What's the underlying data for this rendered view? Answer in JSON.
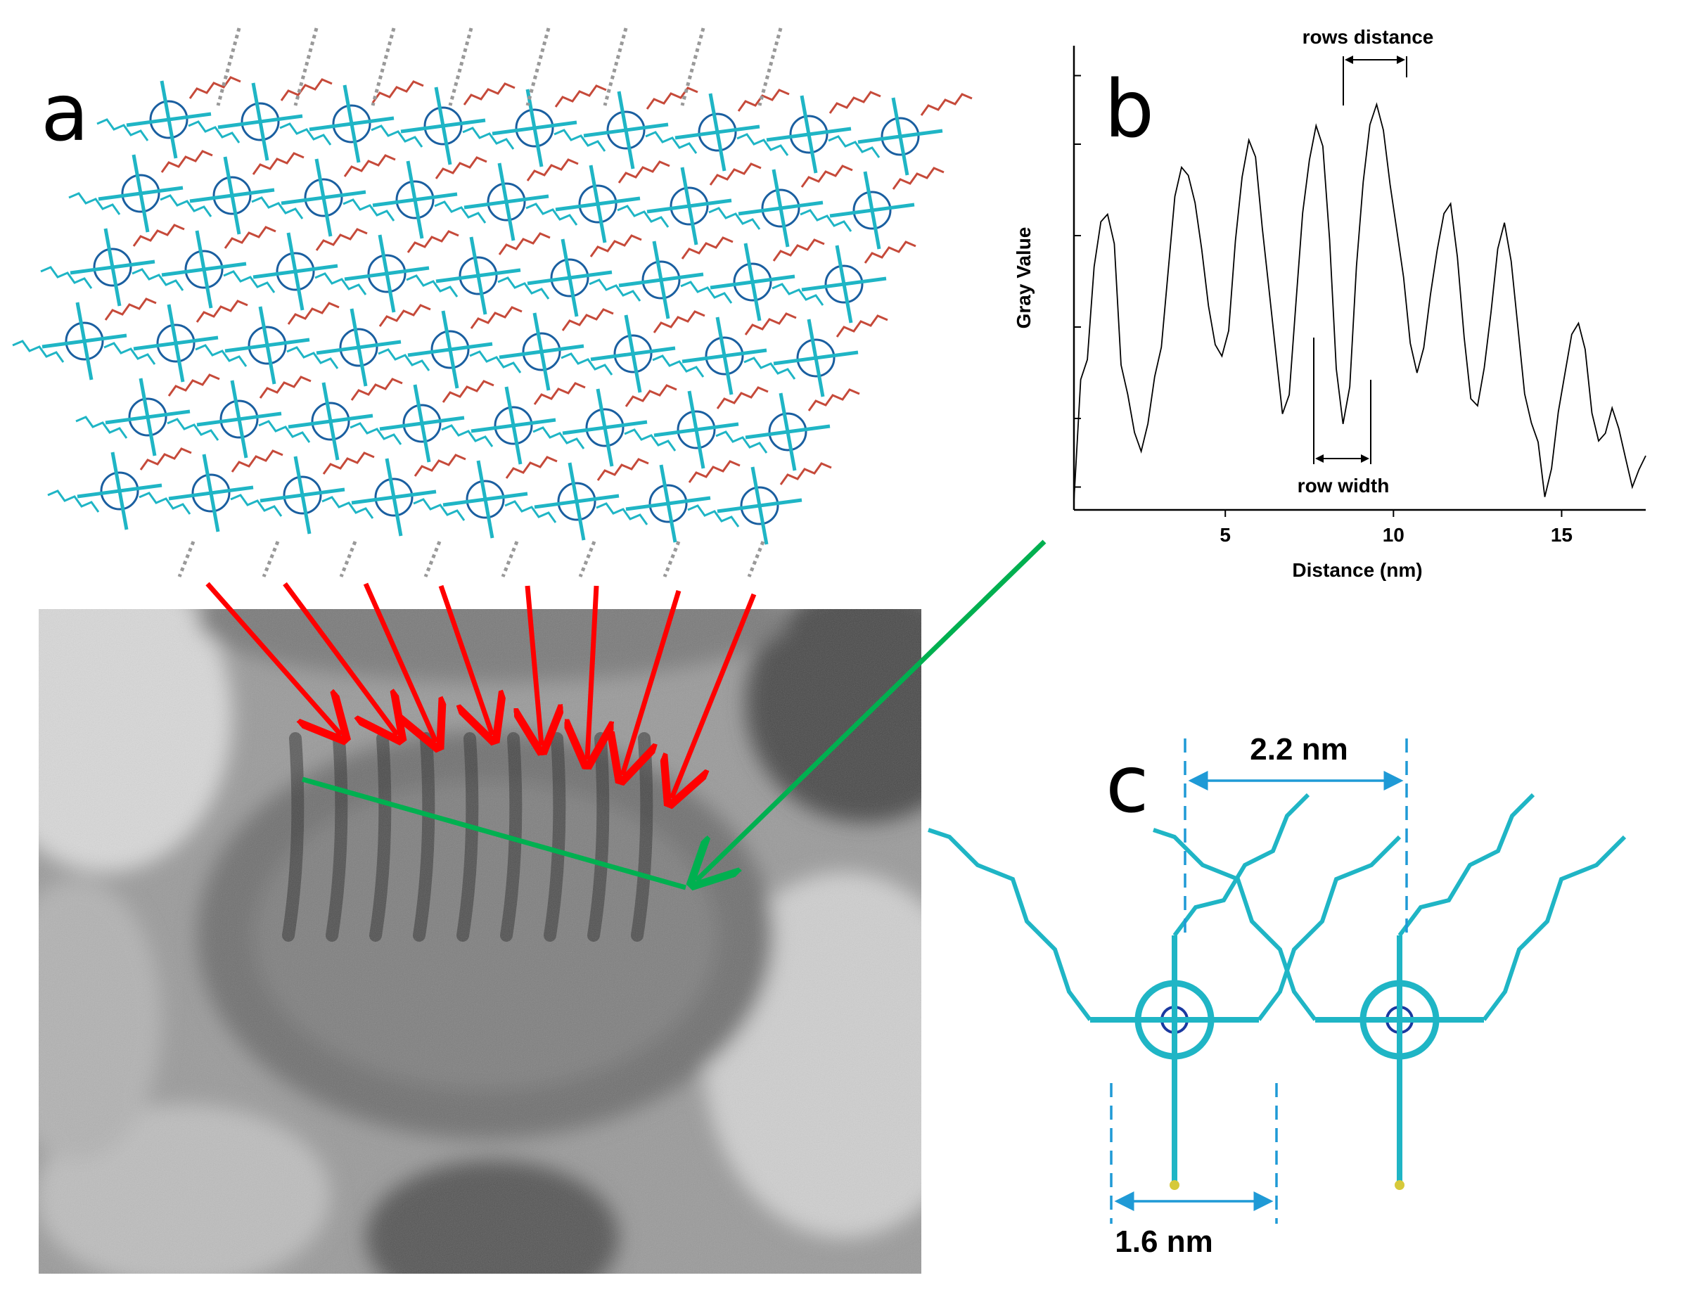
{
  "panels": {
    "a": "a",
    "b": "b",
    "c": "c"
  },
  "chart_data": {
    "type": "line",
    "title": "",
    "xlabel": "Distance (nm)",
    "ylabel": "Gray Value",
    "xlim": [
      0.5,
      17.5
    ],
    "ylim": [
      0,
      1
    ],
    "xticks": [
      5,
      10,
      15
    ],
    "y_tick_labels_shown": false,
    "grid": false,
    "series": [
      {
        "x": [
          0.5,
          0.7,
          0.9,
          1.0,
          1.1,
          1.3,
          1.5,
          1.7,
          1.9,
          2.1,
          2.3,
          2.5,
          2.7,
          2.9,
          3.1,
          3.3,
          3.5,
          3.7,
          3.9,
          4.1,
          4.3,
          4.5,
          4.7,
          4.9,
          5.1,
          5.3,
          5.5,
          5.7,
          5.9,
          6.1,
          6.3,
          6.5,
          6.7,
          6.9,
          7.1,
          7.3,
          7.5,
          7.7,
          7.9,
          8.1,
          8.3,
          8.5,
          8.7,
          8.9,
          9.1,
          9.3,
          9.5,
          9.7,
          9.9,
          10.1,
          10.3,
          10.5,
          10.7,
          10.9,
          11.1,
          11.3,
          11.5,
          11.7,
          11.9,
          12.1,
          12.3,
          12.5,
          12.7,
          12.9,
          13.1,
          13.3,
          13.5,
          13.7,
          13.9,
          14.1,
          14.3,
          14.5,
          14.7,
          14.9,
          15.1,
          15.3,
          15.5,
          15.7,
          15.9,
          16.1,
          16.3,
          16.5,
          16.7,
          16.9,
          17.1,
          17.3,
          17.5
        ],
        "y": [
          0.02,
          0.28,
          0.32,
          0.42,
          0.52,
          0.62,
          0.64,
          0.58,
          0.32,
          0.26,
          0.18,
          0.14,
          0.2,
          0.3,
          0.36,
          0.52,
          0.68,
          0.74,
          0.72,
          0.66,
          0.56,
          0.44,
          0.36,
          0.34,
          0.4,
          0.6,
          0.74,
          0.82,
          0.78,
          0.62,
          0.48,
          0.34,
          0.2,
          0.24,
          0.44,
          0.64,
          0.76,
          0.84,
          0.8,
          0.6,
          0.32,
          0.2,
          0.28,
          0.54,
          0.72,
          0.84,
          0.88,
          0.82,
          0.7,
          0.6,
          0.5,
          0.36,
          0.3,
          0.36,
          0.48,
          0.58,
          0.66,
          0.68,
          0.56,
          0.38,
          0.24,
          0.22,
          0.3,
          0.42,
          0.56,
          0.62,
          0.54,
          0.4,
          0.26,
          0.2,
          0.16,
          0.04,
          0.1,
          0.22,
          0.3,
          0.38,
          0.4,
          0.34,
          0.2,
          0.14,
          0.16,
          0.22,
          0.18,
          0.12,
          0.06,
          0.1,
          0.13
        ]
      }
    ],
    "annotations": [
      "rows distance",
      "row width"
    ]
  },
  "panel_c": {
    "width_top": "2.2 nm",
    "width_bottom": "1.6 nm"
  },
  "colors": {
    "arrow_red": "#ff0000",
    "line_green": "#00b050",
    "molecule_cyan": "#1fb5c5",
    "dimension_blue": "#1f9ad6"
  }
}
